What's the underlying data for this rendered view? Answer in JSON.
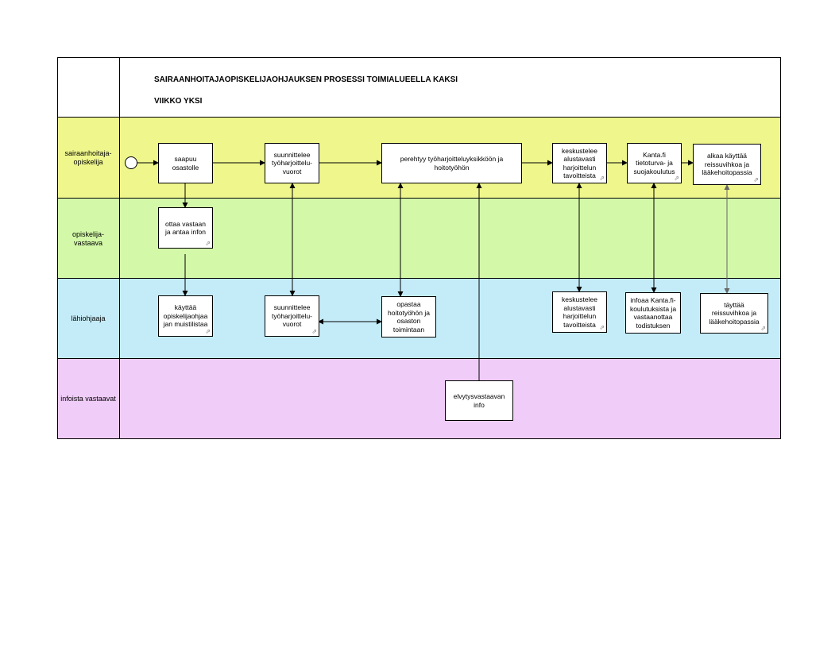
{
  "title": {
    "line1": "SAIRAANHOITAJAOPISKELIJAOHJAUKSEN PROSESSI TOIMIALUEELLA KAKSI",
    "line2": "VIIKKO YKSI"
  },
  "lanes": [
    {
      "label": "sairaanhoitaja-\nopiskelija",
      "color": "#eef68c"
    },
    {
      "label": "opiskelija-\nvastaava",
      "color": "#d3f9a8"
    },
    {
      "label": "lähiohjaaja",
      "color": "#c4ecf8"
    },
    {
      "label": "infoista vastaavat",
      "color": "#f0ccf8"
    }
  ],
  "boxes": {
    "saapuu": "saapuu\nosastolle",
    "suunnittelee1": "suunnittelee\ntyöharjoittelu-\nvuorot",
    "perehtyy": "perehtyy työharjoitteluyksikköön ja\nhoitotyöhön",
    "keskustelee1": "keskustelee\nalustavasti\nharjoittelun\ntavoitteista",
    "kanta1": "Kanta.fi\ntietoturva- ja\nsuojakoulutus",
    "alkaa": "alkaa käyttää\nreissuvihkoa ja\nlääkehoitopassia",
    "ottaa": "ottaa vastaan\nja antaa infon",
    "kayttaa": "käyttää\nopiskelijaohjaa\njan muistilistaa",
    "suunnittelee2": "suunnittelee\ntyöharjoittelu-\nvuorot",
    "opastaa": "opastaa\nhoitotyöhön ja\nosaston\ntoimintaan",
    "keskustelee2": "keskustelee\nalustavasti\nharjoittelun\ntavoitteista",
    "infoaa": "infoaa Kanta.fi-\nkoulutuksista ja\nvastaanottaa\ntodistuksen",
    "tayttaa": "täyttää\nreissuvihkoa ja\nlääkehoitopassia",
    "elvytys": "elvytysvastaavan\ninfo"
  },
  "icons": {
    "attachment": "link-icon"
  }
}
